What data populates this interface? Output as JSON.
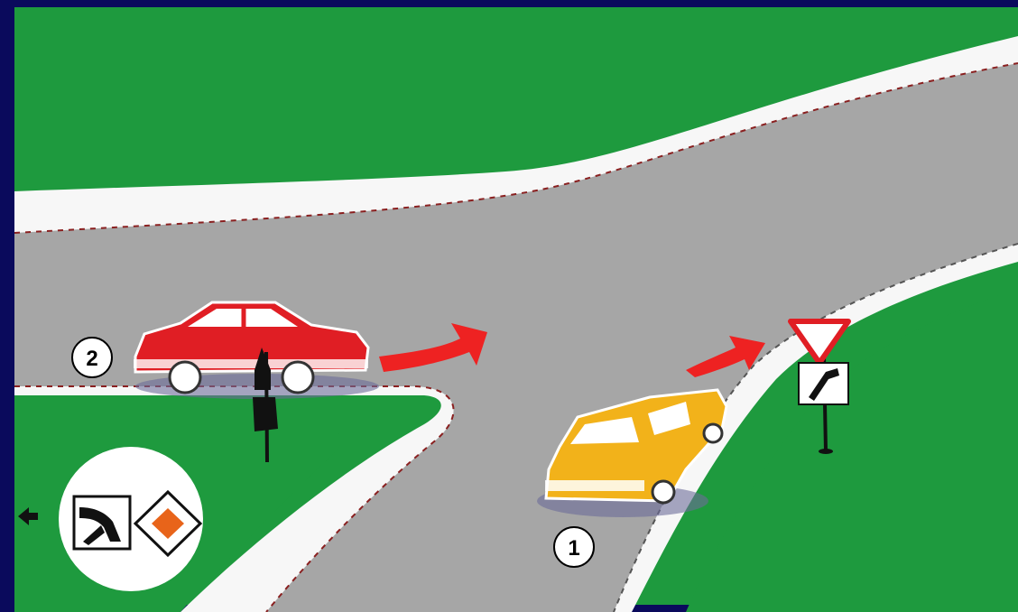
{
  "scene": {
    "description_label": "",
    "vehicles": [
      {
        "id": "car-1",
        "number": "1",
        "color": "#f2b21a"
      },
      {
        "id": "car-2",
        "number": "2",
        "color": "#e01e24"
      }
    ],
    "signs": {
      "give_way": "give-way-triangle-sign",
      "priority_road": "priority-road-diamond-sign",
      "road_shape_plate": "priority-road-shape-plate"
    },
    "colors": {
      "grass": "#1e9a3e",
      "road": "#a6a6a6",
      "curb": "#f7f7f7",
      "frame": "#0a0a5c",
      "arrow": "#ee2222"
    }
  }
}
